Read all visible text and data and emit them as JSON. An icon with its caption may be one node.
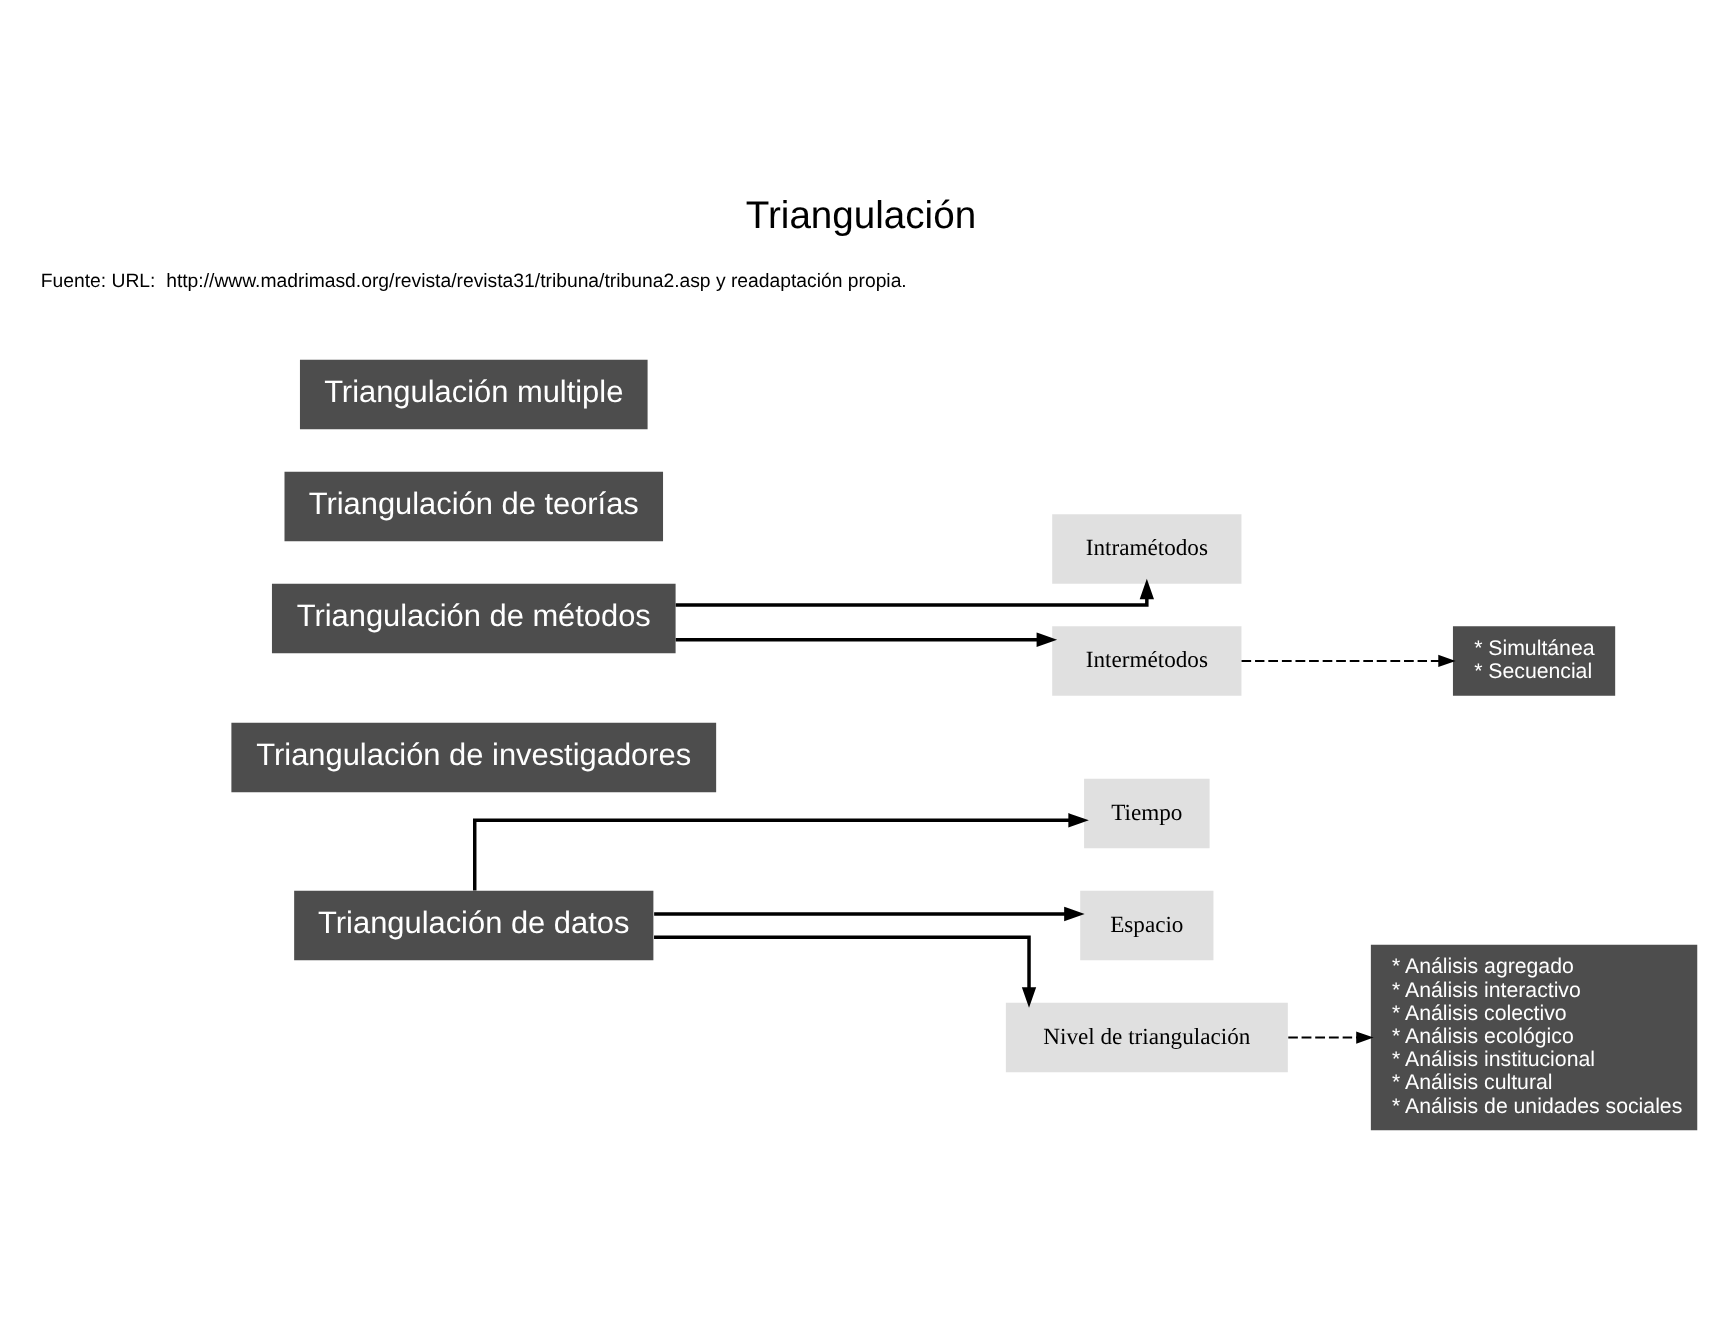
{
  "diagram": {
    "title": "Triangulación",
    "caption": "Fuente: URL:  http://www.madrimasd.org/revista/revista31/tribuna/tribuna2.asp y readaptación propia.",
    "nodes": [
      {
        "text": [
          "Triangulación de datos"
        ]
      },
      {
        "text": [
          "Triangulación de investigadores"
        ]
      },
      {
        "text": [
          "Triangulación de métodos"
        ]
      },
      {
        "text": [
          "Triangulación de teorías"
        ]
      },
      {
        "text": [
          "Triangulación multiple"
        ]
      },
      {
        "text": [
          "Tiempo"
        ]
      },
      {
        "text": [
          "Espacio"
        ]
      },
      {
        "text": [
          "Nivel de triangulación"
        ]
      },
      {
        "text": [
          "* Análisis agregado",
          "* Análisis interactivo",
          "* Análisis colectivo",
          "* Análisis ecológico",
          "* Análisis institucional",
          "* Análisis cultural",
          "* Análisis de unidades sociales"
        ]
      },
      {
        "text": [
          "Intramétodos"
        ]
      },
      {
        "text": [
          "Intermétodos"
        ]
      },
      {
        "text": [
          "* Simultánea",
          "* Secuencial"
        ]
      }
    ],
    "edges": [
      {
        "from": 0,
        "to": 5,
        "arrow": "to"
      },
      {
        "from": 0,
        "to": 6,
        "arrow": "to"
      },
      {
        "from": 0,
        "to": 7,
        "arrow": "to"
      },
      {
        "from": 7,
        "to": 8,
        "arrow": "to",
        "style": "dashed"
      },
      {
        "from": 2,
        "to": 9,
        "arrow": "to"
      },
      {
        "from": 2,
        "to": 10,
        "arrow": "to"
      },
      {
        "from": 10,
        "to": 11,
        "arrow": "to",
        "style": "dashed"
      }
    ]
  }
}
